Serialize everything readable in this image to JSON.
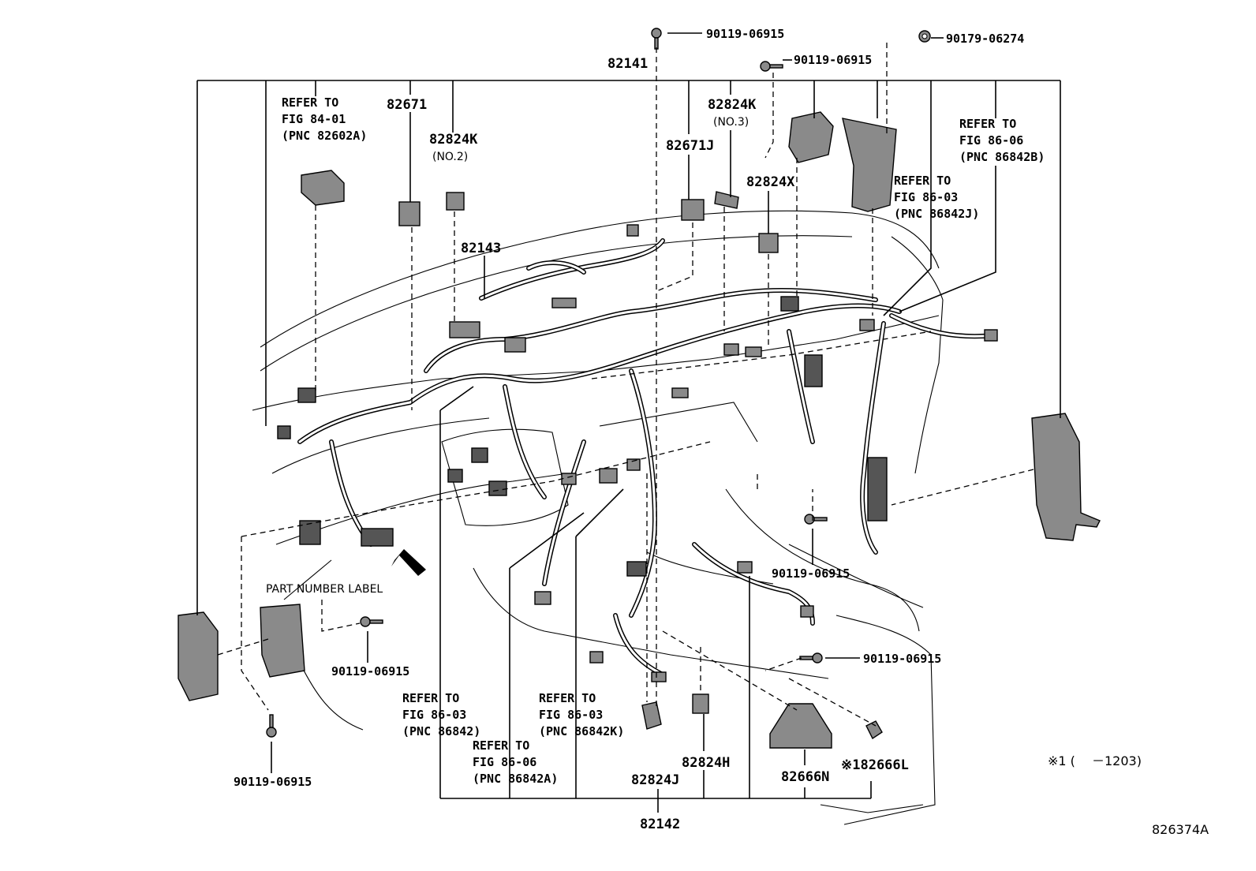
{
  "diagram_code": "826374A",
  "footnote": "※1 (　 －1203)",
  "assemblies": {
    "upper": "82141",
    "lower": "82142",
    "harness": "82143"
  },
  "parts": {
    "p82671": "82671",
    "p82824k_2": "82824K",
    "no2": "(NO.2)",
    "p82824k_3": "82824K",
    "no3": "(NO.3)",
    "p82671j": "82671J",
    "p82824x": "82824X",
    "p82824h": "82824H",
    "p82824j": "82824J",
    "p82666n": "82666N",
    "p82666l": "※182666L"
  },
  "fasteners": {
    "f1": "90119-06915",
    "f2": "90119-06915",
    "f3": "90179-06274",
    "f4": "90119-06915",
    "f5": "90119-06915",
    "f6": "90119-06915",
    "f7": "90119-06915"
  },
  "refs": {
    "r8401": [
      "REFER TO",
      "FIG 84-01",
      "(PNC 82602A)"
    ],
    "r8606b": [
      "REFER TO",
      "FIG 86-06",
      "(PNC 86842B)"
    ],
    "r8603j": [
      "REFER TO",
      "FIG 86-03",
      "(PNC 86842J)"
    ],
    "r8603": [
      "REFER TO",
      "FIG 86-03",
      "(PNC 86842)"
    ],
    "r8603k": [
      "REFER TO",
      "FIG 86-03",
      "(PNC 86842K)"
    ],
    "r8606a": [
      "REFER TO",
      "FIG 86-06",
      "(PNC 86842A)"
    ]
  },
  "part_number_label": "PART NUMBER LABEL"
}
